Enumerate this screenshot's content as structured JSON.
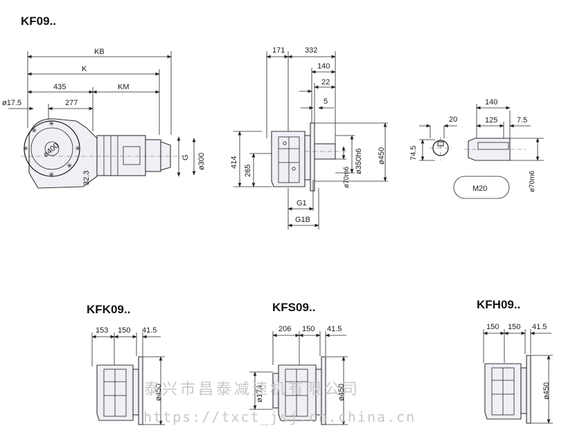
{
  "titles": {
    "main": "KF09..",
    "kfk": "KFK09..",
    "kfs": "KFS09..",
    "kfh": "KFH09.."
  },
  "side_view": {
    "kb": "KB",
    "k": "K",
    "d435": "435",
    "km": "KM",
    "dia17": "ø17.5",
    "d277": "277",
    "dia400": "ø400",
    "d32": "32.3",
    "g": "G",
    "dia300": "ø300"
  },
  "front_view": {
    "d171": "171",
    "d332": "332",
    "d140": "140",
    "d22": "22",
    "d5": "5",
    "d414": "414",
    "d265": "265",
    "dia350": "ø350h6",
    "dia450": "ø450",
    "dia70": "ø70m6",
    "g1": "G1",
    "g1b": "G1B"
  },
  "shaft_detail": {
    "d20": "20",
    "d74": "74.5",
    "d140": "140",
    "d125": "125",
    "d7": "7.5",
    "m20": "M20",
    "dia70": "ø70m6"
  },
  "kfk_view": {
    "d153": "153",
    "d150": "150",
    "d41": "41.5",
    "dia450": "ø450"
  },
  "kfs_view": {
    "d206": "206",
    "d150": "150",
    "d41": "41.5",
    "dia174": "ø174",
    "dia450": "ø450"
  },
  "kfh_view": {
    "d150a": "150",
    "d150b": "150",
    "d41": "41.5",
    "dia450": "ø450"
  },
  "watermark": {
    "cn": "泰兴市昌泰减速机有限公司",
    "url": "https://txct_jsj.cn.china.cn"
  }
}
